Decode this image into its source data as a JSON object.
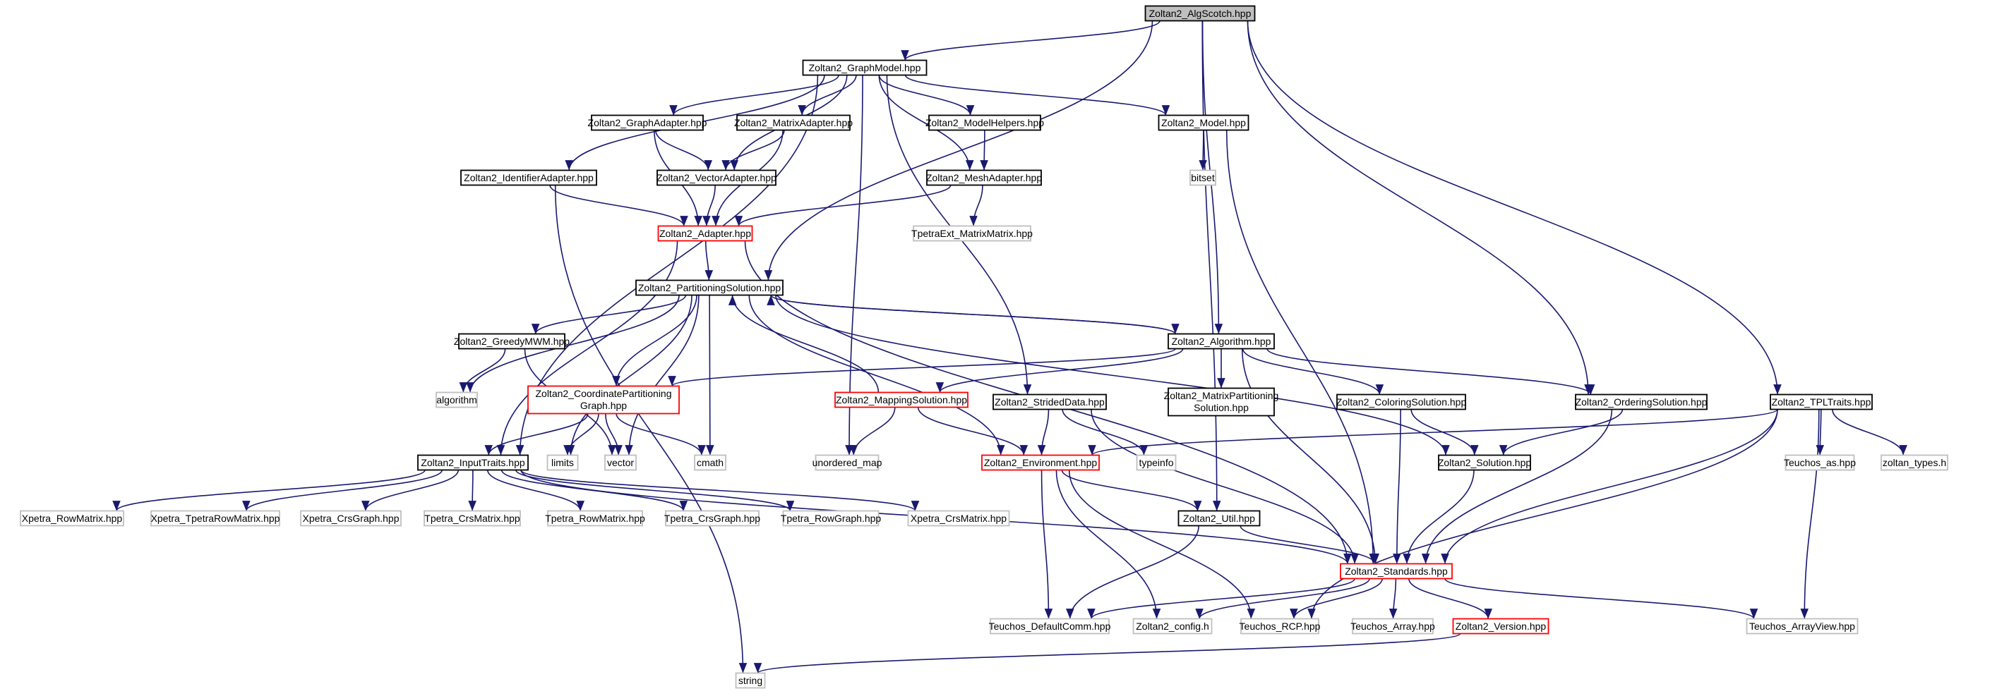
{
  "nodes": [
    {
      "id": "algscotch",
      "label": "Zoltan2_AlgScotch.hpp",
      "kind": "main"
    },
    {
      "id": "graphmodel",
      "label": "Zoltan2_GraphModel.hpp",
      "kind": "doc"
    },
    {
      "id": "graphadapter",
      "label": "Zoltan2_GraphAdapter.hpp",
      "kind": "doc"
    },
    {
      "id": "matrixadapter",
      "label": "Zoltan2_MatrixAdapter.hpp",
      "kind": "doc"
    },
    {
      "id": "modelhelpers",
      "label": "Zoltan2_ModelHelpers.hpp",
      "kind": "doc"
    },
    {
      "id": "model",
      "label": "Zoltan2_Model.hpp",
      "kind": "doc"
    },
    {
      "id": "bitset",
      "label": "bitset",
      "kind": "ext"
    },
    {
      "id": "identifieradapter",
      "label": "Zoltan2_IdentifierAdapter.hpp",
      "kind": "doc"
    },
    {
      "id": "vectoradapter",
      "label": "Zoltan2_VectorAdapter.hpp",
      "kind": "doc"
    },
    {
      "id": "meshadapter",
      "label": "Zoltan2_MeshAdapter.hpp",
      "kind": "doc"
    },
    {
      "id": "tpetraext",
      "label": "TpetraExt_MatrixMatrix.hpp",
      "kind": "ext"
    },
    {
      "id": "adapter",
      "label": "Zoltan2_Adapter.hpp",
      "kind": "red"
    },
    {
      "id": "partsol",
      "label": "Zoltan2_PartitioningSolution.hpp",
      "kind": "doc"
    },
    {
      "id": "greedymwm",
      "label": "Zoltan2_GreedyMWM.hpp",
      "kind": "doc"
    },
    {
      "id": "algorithm_std",
      "label": "algorithm",
      "kind": "ext"
    },
    {
      "id": "coordpart",
      "label": "Zoltan2_CoordinatePartitioning",
      "label2": "Graph.hpp",
      "kind": "red"
    },
    {
      "id": "mappingsol",
      "label": "Zoltan2_MappingSolution.hpp",
      "kind": "red"
    },
    {
      "id": "algorithm",
      "label": "Zoltan2_Algorithm.hpp",
      "kind": "doc"
    },
    {
      "id": "stridedData",
      "label": "Zoltan2_StridedData.hpp",
      "kind": "doc"
    },
    {
      "id": "matrixpartsol",
      "label": "Zoltan2_MatrixPartitioning",
      "label2": "Solution.hpp",
      "kind": "doc"
    },
    {
      "id": "coloringsol",
      "label": "Zoltan2_ColoringSolution.hpp",
      "kind": "doc"
    },
    {
      "id": "orderingsol",
      "label": "Zoltan2_OrderingSolution.hpp",
      "kind": "doc"
    },
    {
      "id": "tpltraits",
      "label": "Zoltan2_TPLTraits.hpp",
      "kind": "doc"
    },
    {
      "id": "inputtraits",
      "label": "Zoltan2_InputTraits.hpp",
      "kind": "doc"
    },
    {
      "id": "limits",
      "label": "limits",
      "kind": "ext"
    },
    {
      "id": "vector",
      "label": "vector",
      "kind": "ext"
    },
    {
      "id": "cmath",
      "label": "cmath",
      "kind": "ext"
    },
    {
      "id": "unordered_map",
      "label": "unordered_map",
      "kind": "ext"
    },
    {
      "id": "environment",
      "label": "Zoltan2_Environment.hpp",
      "kind": "red"
    },
    {
      "id": "typeinfo",
      "label": "typeinfo",
      "kind": "ext"
    },
    {
      "id": "solution",
      "label": "Zoltan2_Solution.hpp",
      "kind": "doc"
    },
    {
      "id": "teuchos_as",
      "label": "Teuchos_as.hpp",
      "kind": "ext"
    },
    {
      "id": "zoltan_types",
      "label": "zoltan_types.h",
      "kind": "ext"
    },
    {
      "id": "xpetra_rowmatrix",
      "label": "Xpetra_RowMatrix.hpp",
      "kind": "ext"
    },
    {
      "id": "xpetra_tpetrarowmatrix",
      "label": "Xpetra_TpetraRowMatrix.hpp",
      "kind": "ext"
    },
    {
      "id": "xpetra_crsgraph",
      "label": "Xpetra_CrsGraph.hpp",
      "kind": "ext"
    },
    {
      "id": "tpetra_crsmatrix",
      "label": "Tpetra_CrsMatrix.hpp",
      "kind": "ext"
    },
    {
      "id": "tpetra_rowmatrix",
      "label": "Tpetra_RowMatrix.hpp",
      "kind": "ext"
    },
    {
      "id": "tpetra_crsgraph",
      "label": "Tpetra_CrsGraph.hpp",
      "kind": "ext"
    },
    {
      "id": "tpetra_rowgraph",
      "label": "Tpetra_RowGraph.hpp",
      "kind": "ext"
    },
    {
      "id": "xpetra_crsmatrix",
      "label": "Xpetra_CrsMatrix.hpp",
      "kind": "ext"
    },
    {
      "id": "util",
      "label": "Zoltan2_Util.hpp",
      "kind": "doc"
    },
    {
      "id": "standards",
      "label": "Zoltan2_Standards.hpp",
      "kind": "red"
    },
    {
      "id": "teuchos_defaultcomm",
      "label": "Teuchos_DefaultComm.hpp",
      "kind": "ext"
    },
    {
      "id": "zoltan2_config",
      "label": "Zoltan2_config.h",
      "kind": "ext"
    },
    {
      "id": "teuchos_rcp",
      "label": "Teuchos_RCP.hpp",
      "kind": "ext"
    },
    {
      "id": "teuchos_array",
      "label": "Teuchos_Array.hpp",
      "kind": "ext"
    },
    {
      "id": "version",
      "label": "Zoltan2_Version.hpp",
      "kind": "red"
    },
    {
      "id": "teuchos_arrayview",
      "label": "Teuchos_ArrayView.hpp",
      "kind": "ext"
    },
    {
      "id": "string",
      "label": "string",
      "kind": "ext"
    }
  ],
  "edges": [
    [
      "algscotch",
      "graphmodel"
    ],
    [
      "algscotch",
      "partsol"
    ],
    [
      "algscotch",
      "algorithm"
    ],
    [
      "algscotch",
      "util"
    ],
    [
      "algscotch",
      "orderingsol"
    ],
    [
      "algscotch",
      "tpltraits"
    ],
    [
      "graphmodel",
      "graphadapter"
    ],
    [
      "graphmodel",
      "matrixadapter"
    ],
    [
      "graphmodel",
      "modelhelpers"
    ],
    [
      "graphmodel",
      "model"
    ],
    [
      "graphmodel",
      "identifieradapter"
    ],
    [
      "graphmodel",
      "vectoradapter"
    ],
    [
      "graphmodel",
      "meshadapter"
    ],
    [
      "graphmodel",
      "inputtraits"
    ],
    [
      "graphmodel",
      "stridedData"
    ],
    [
      "graphmodel",
      "unordered_map"
    ],
    [
      "graphadapter",
      "vectoradapter"
    ],
    [
      "graphadapter",
      "adapter"
    ],
    [
      "matrixadapter",
      "vectoradapter"
    ],
    [
      "matrixadapter",
      "adapter"
    ],
    [
      "modelhelpers",
      "meshadapter"
    ],
    [
      "model",
      "bitset"
    ],
    [
      "model",
      "standards"
    ],
    [
      "identifieradapter",
      "adapter"
    ],
    [
      "identifieradapter",
      "string"
    ],
    [
      "vectoradapter",
      "adapter"
    ],
    [
      "meshadapter",
      "adapter"
    ],
    [
      "meshadapter",
      "tpetraext"
    ],
    [
      "adapter",
      "partsol"
    ],
    [
      "adapter",
      "inputtraits"
    ],
    [
      "adapter",
      "standards"
    ],
    [
      "partsol",
      "greedymwm"
    ],
    [
      "partsol",
      "algorithm_std"
    ],
    [
      "partsol",
      "coordpart"
    ],
    [
      "partsol",
      "limits"
    ],
    [
      "partsol",
      "vector"
    ],
    [
      "partsol",
      "cmath"
    ],
    [
      "partsol",
      "environment"
    ],
    [
      "partsol",
      "algorithm"
    ],
    [
      "partsol",
      "solution"
    ],
    [
      "greedymwm",
      "algorithm_std"
    ],
    [
      "greedymwm",
      "vector"
    ],
    [
      "coordpart",
      "inputtraits"
    ],
    [
      "coordpart",
      "limits"
    ],
    [
      "coordpart",
      "vector"
    ],
    [
      "coordpart",
      "cmath"
    ],
    [
      "mappingsol",
      "partsol"
    ],
    [
      "mappingsol",
      "unordered_map"
    ],
    [
      "mappingsol",
      "environment"
    ],
    [
      "algorithm",
      "partsol"
    ],
    [
      "algorithm",
      "coordpart"
    ],
    [
      "algorithm",
      "mappingsol"
    ],
    [
      "algorithm",
      "matrixpartsol"
    ],
    [
      "algorithm",
      "coloringsol"
    ],
    [
      "algorithm",
      "orderingsol"
    ],
    [
      "algorithm",
      "standards"
    ],
    [
      "stridedData",
      "environment"
    ],
    [
      "stridedData",
      "typeinfo"
    ],
    [
      "stridedData",
      "standards"
    ],
    [
      "coloringsol",
      "solution"
    ],
    [
      "coloringsol",
      "standards"
    ],
    [
      "orderingsol",
      "solution"
    ],
    [
      "orderingsol",
      "standards"
    ],
    [
      "tpltraits",
      "environment"
    ],
    [
      "tpltraits",
      "teuchos_as"
    ],
    [
      "tpltraits",
      "zoltan_types"
    ],
    [
      "tpltraits",
      "standards"
    ],
    [
      "tpltraits",
      "teuchos_rcp"
    ],
    [
      "tpltraits",
      "teuchos_arrayview"
    ],
    [
      "inputtraits",
      "xpetra_rowmatrix"
    ],
    [
      "inputtraits",
      "xpetra_tpetrarowmatrix"
    ],
    [
      "inputtraits",
      "xpetra_crsgraph"
    ],
    [
      "inputtraits",
      "tpetra_crsmatrix"
    ],
    [
      "inputtraits",
      "tpetra_rowmatrix"
    ],
    [
      "inputtraits",
      "tpetra_crsgraph"
    ],
    [
      "inputtraits",
      "tpetra_rowgraph"
    ],
    [
      "inputtraits",
      "xpetra_crsmatrix"
    ],
    [
      "inputtraits",
      "standards"
    ],
    [
      "environment",
      "util"
    ],
    [
      "environment",
      "teuchos_defaultcomm"
    ],
    [
      "environment",
      "zoltan2_config"
    ],
    [
      "environment",
      "teuchos_rcp"
    ],
    [
      "solution",
      "standards"
    ],
    [
      "util",
      "standards"
    ],
    [
      "util",
      "teuchos_defaultcomm"
    ],
    [
      "standards",
      "teuchos_defaultcomm"
    ],
    [
      "standards",
      "zoltan2_config"
    ],
    [
      "standards",
      "teuchos_rcp"
    ],
    [
      "standards",
      "teuchos_array"
    ],
    [
      "standards",
      "version"
    ],
    [
      "standards",
      "teuchos_arrayview"
    ],
    [
      "version",
      "string"
    ]
  ]
}
